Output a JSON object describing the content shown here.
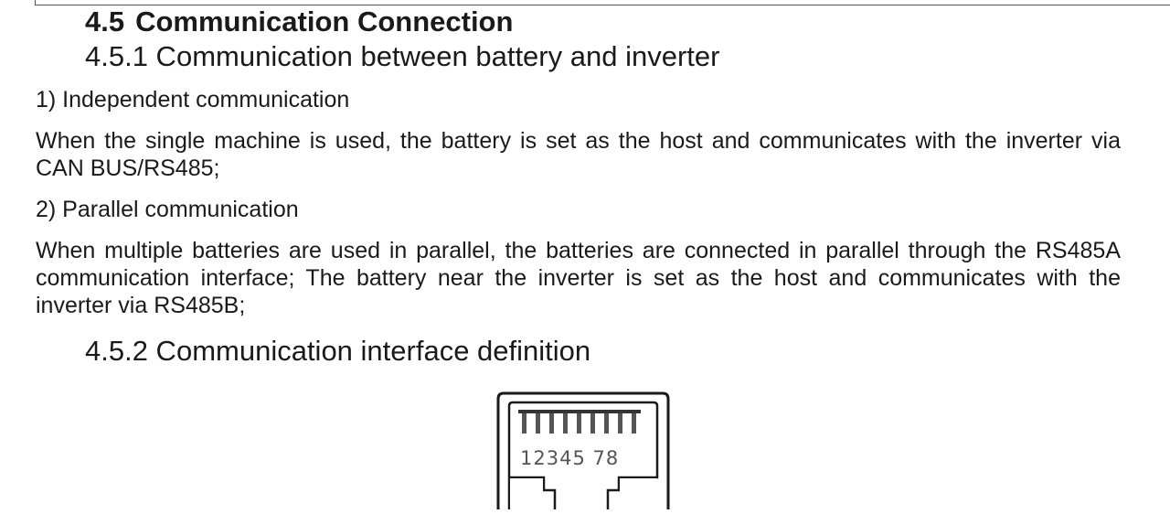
{
  "section": {
    "number": "4.5",
    "title": "Communication Connection"
  },
  "subsection_1": {
    "heading": "4.5.1 Communication between battery and inverter"
  },
  "items": [
    {
      "heading": "1) Independent communication",
      "body": "When the single machine is used, the battery is set as the host and communicates with the inverter via CAN BUS/RS485;"
    },
    {
      "heading": "2) Parallel communication",
      "body": "When multiple batteries are used in parallel, the batteries are connected in parallel through the RS485A communication interface; The battery near the inverter is set as the host and communicates with the inverter via RS485B;"
    }
  ],
  "subsection_2": {
    "heading": "4.5.2 Communication interface definition"
  },
  "figure": {
    "pin_labels": "12345 78"
  }
}
